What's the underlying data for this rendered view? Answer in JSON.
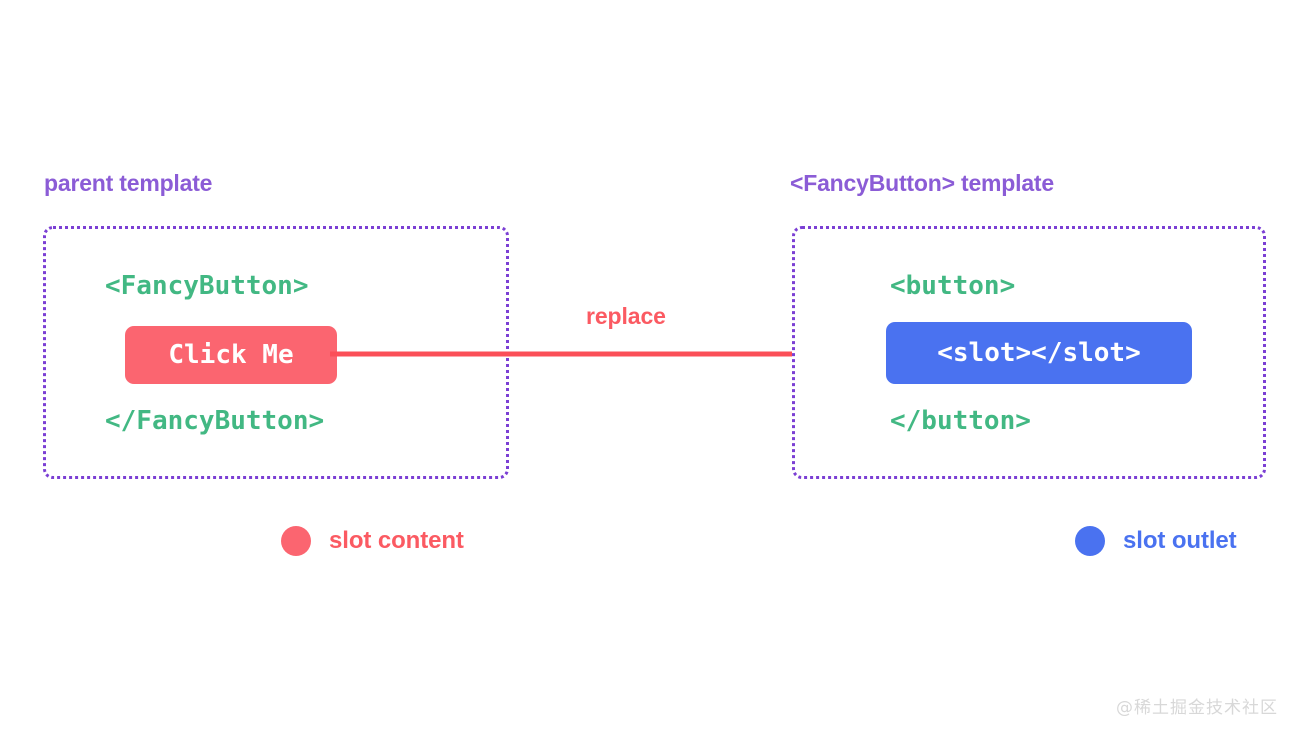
{
  "diagram": {
    "title_left": "parent template",
    "title_right": "<FancyButton> template",
    "arrow_label": "replace",
    "watermark": "@稀土掘金技术社区"
  },
  "left_panel": {
    "title": "parent template",
    "code_open": "<FancyButton>",
    "code_close": "</FancyButton>",
    "chip_label": "Click Me",
    "chip_color": "#fb6570",
    "border_color": "#7b3fd4",
    "code_color": "#42b883"
  },
  "right_panel": {
    "title": "<FancyButton> template",
    "code_open": "<button>",
    "code_close": "</button>",
    "chip_label": "<slot></slot>",
    "chip_color": "#4a72f0",
    "border_color": "#7b3fd4",
    "code_color": "#42b883"
  },
  "arrow": {
    "label": "replace",
    "color": "#fb5a62",
    "direction": "left-to-right"
  },
  "legend": [
    {
      "label": "slot content",
      "color": "#fb6570"
    },
    {
      "label": "slot outlet",
      "color": "#4a72f0"
    }
  ],
  "colors": {
    "purple": "#8b5cd6",
    "purple_border": "#7b3fd4",
    "green": "#42b883",
    "red": "#fb6570",
    "red_text": "#fb5a62",
    "blue": "#4a72f0",
    "background": "#ffffff",
    "watermark": "#d8d8d8"
  }
}
